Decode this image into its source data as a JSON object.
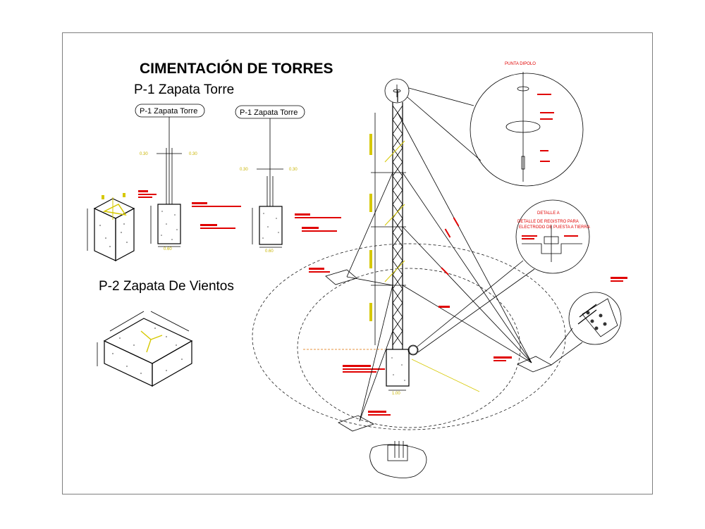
{
  "drawing": {
    "title": "CIMENTACIÓN  DE TORRES",
    "section1_title": "P-1 Zapata Torre",
    "tag_left": "P-1 Zapata Torre",
    "tag_right": "P-1 Zapata Torre",
    "section2_title": "P-2 Zapata De Vientos",
    "dim_030": "0.30",
    "dim_060": "0.60",
    "dim_100": "1.00",
    "detail_dipolo": "PUNTA DIPOLO",
    "detail_a_title": "DETALLE A",
    "detail_a_sub1": "DETALLE DE REGISTRO PARA",
    "detail_a_sub2": "ELECTRODO DE PUESTA A TIERRA",
    "colors": {
      "line": "#000000",
      "dimension": "#c8b400",
      "annotation": "#e00000",
      "border": "#7f7f7f"
    }
  }
}
